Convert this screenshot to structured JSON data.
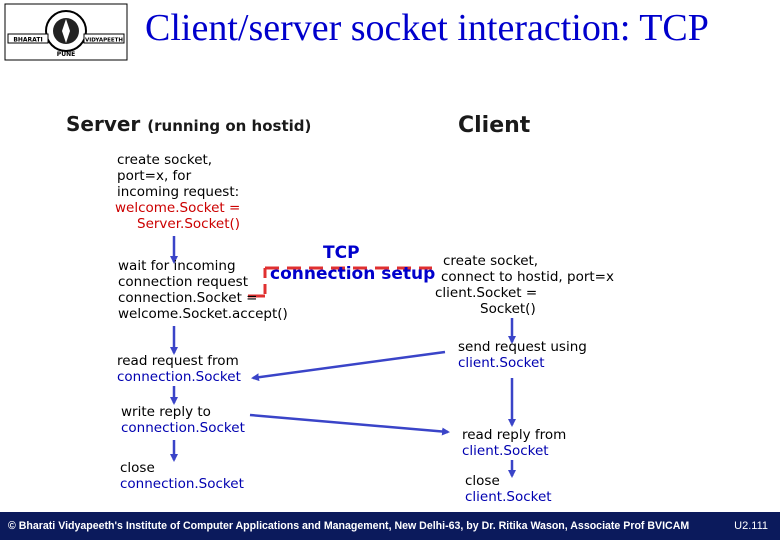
{
  "title": "Client/server socket interaction: TCP",
  "logo": {
    "left_text": "BHARATI",
    "right_text": "VIDYAPEETH",
    "bottom_text": "PUNE"
  },
  "server_header": {
    "main": "Server",
    "sub": "(running on hostid)"
  },
  "client_header": "Client",
  "server": {
    "create": [
      "create socket,",
      "port=x, for",
      "incoming request:"
    ],
    "create_call": [
      "welcome.Socket =",
      "Server.Socket()"
    ],
    "wait": [
      "wait for incoming",
      "connection request",
      "connection.Socket =",
      "welcome.Socket.accept()"
    ],
    "read": [
      "read request from",
      "connection.Socket"
    ],
    "write": [
      "write reply to",
      "connection.Socket"
    ],
    "close": [
      "close",
      "connection.Socket"
    ]
  },
  "tcp_setup": {
    "line1": "TCP",
    "line2": "connection setup"
  },
  "client": {
    "create": [
      "create socket,",
      "connect to hostid, port=x",
      "client.Socket =",
      "Socket()"
    ],
    "send": [
      "send request using",
      "client.Socket"
    ],
    "read": [
      "read reply from",
      "client.Socket"
    ],
    "close": [
      "close",
      "client.Socket"
    ]
  },
  "footer": {
    "text": "© Bharati Vidyapeeth's Institute of Computer Applications and Management, New Delhi-63, by Dr. Ritika Wason, Associate Prof BVICAM",
    "page": "U2.111"
  },
  "colors": {
    "title": "#0000cc",
    "arrow": "#3a44c8",
    "dashed": "#e03030",
    "footer_bg": "#0b1a5c",
    "mono_text": "#0000b0",
    "red_text": "#cc0000"
  }
}
